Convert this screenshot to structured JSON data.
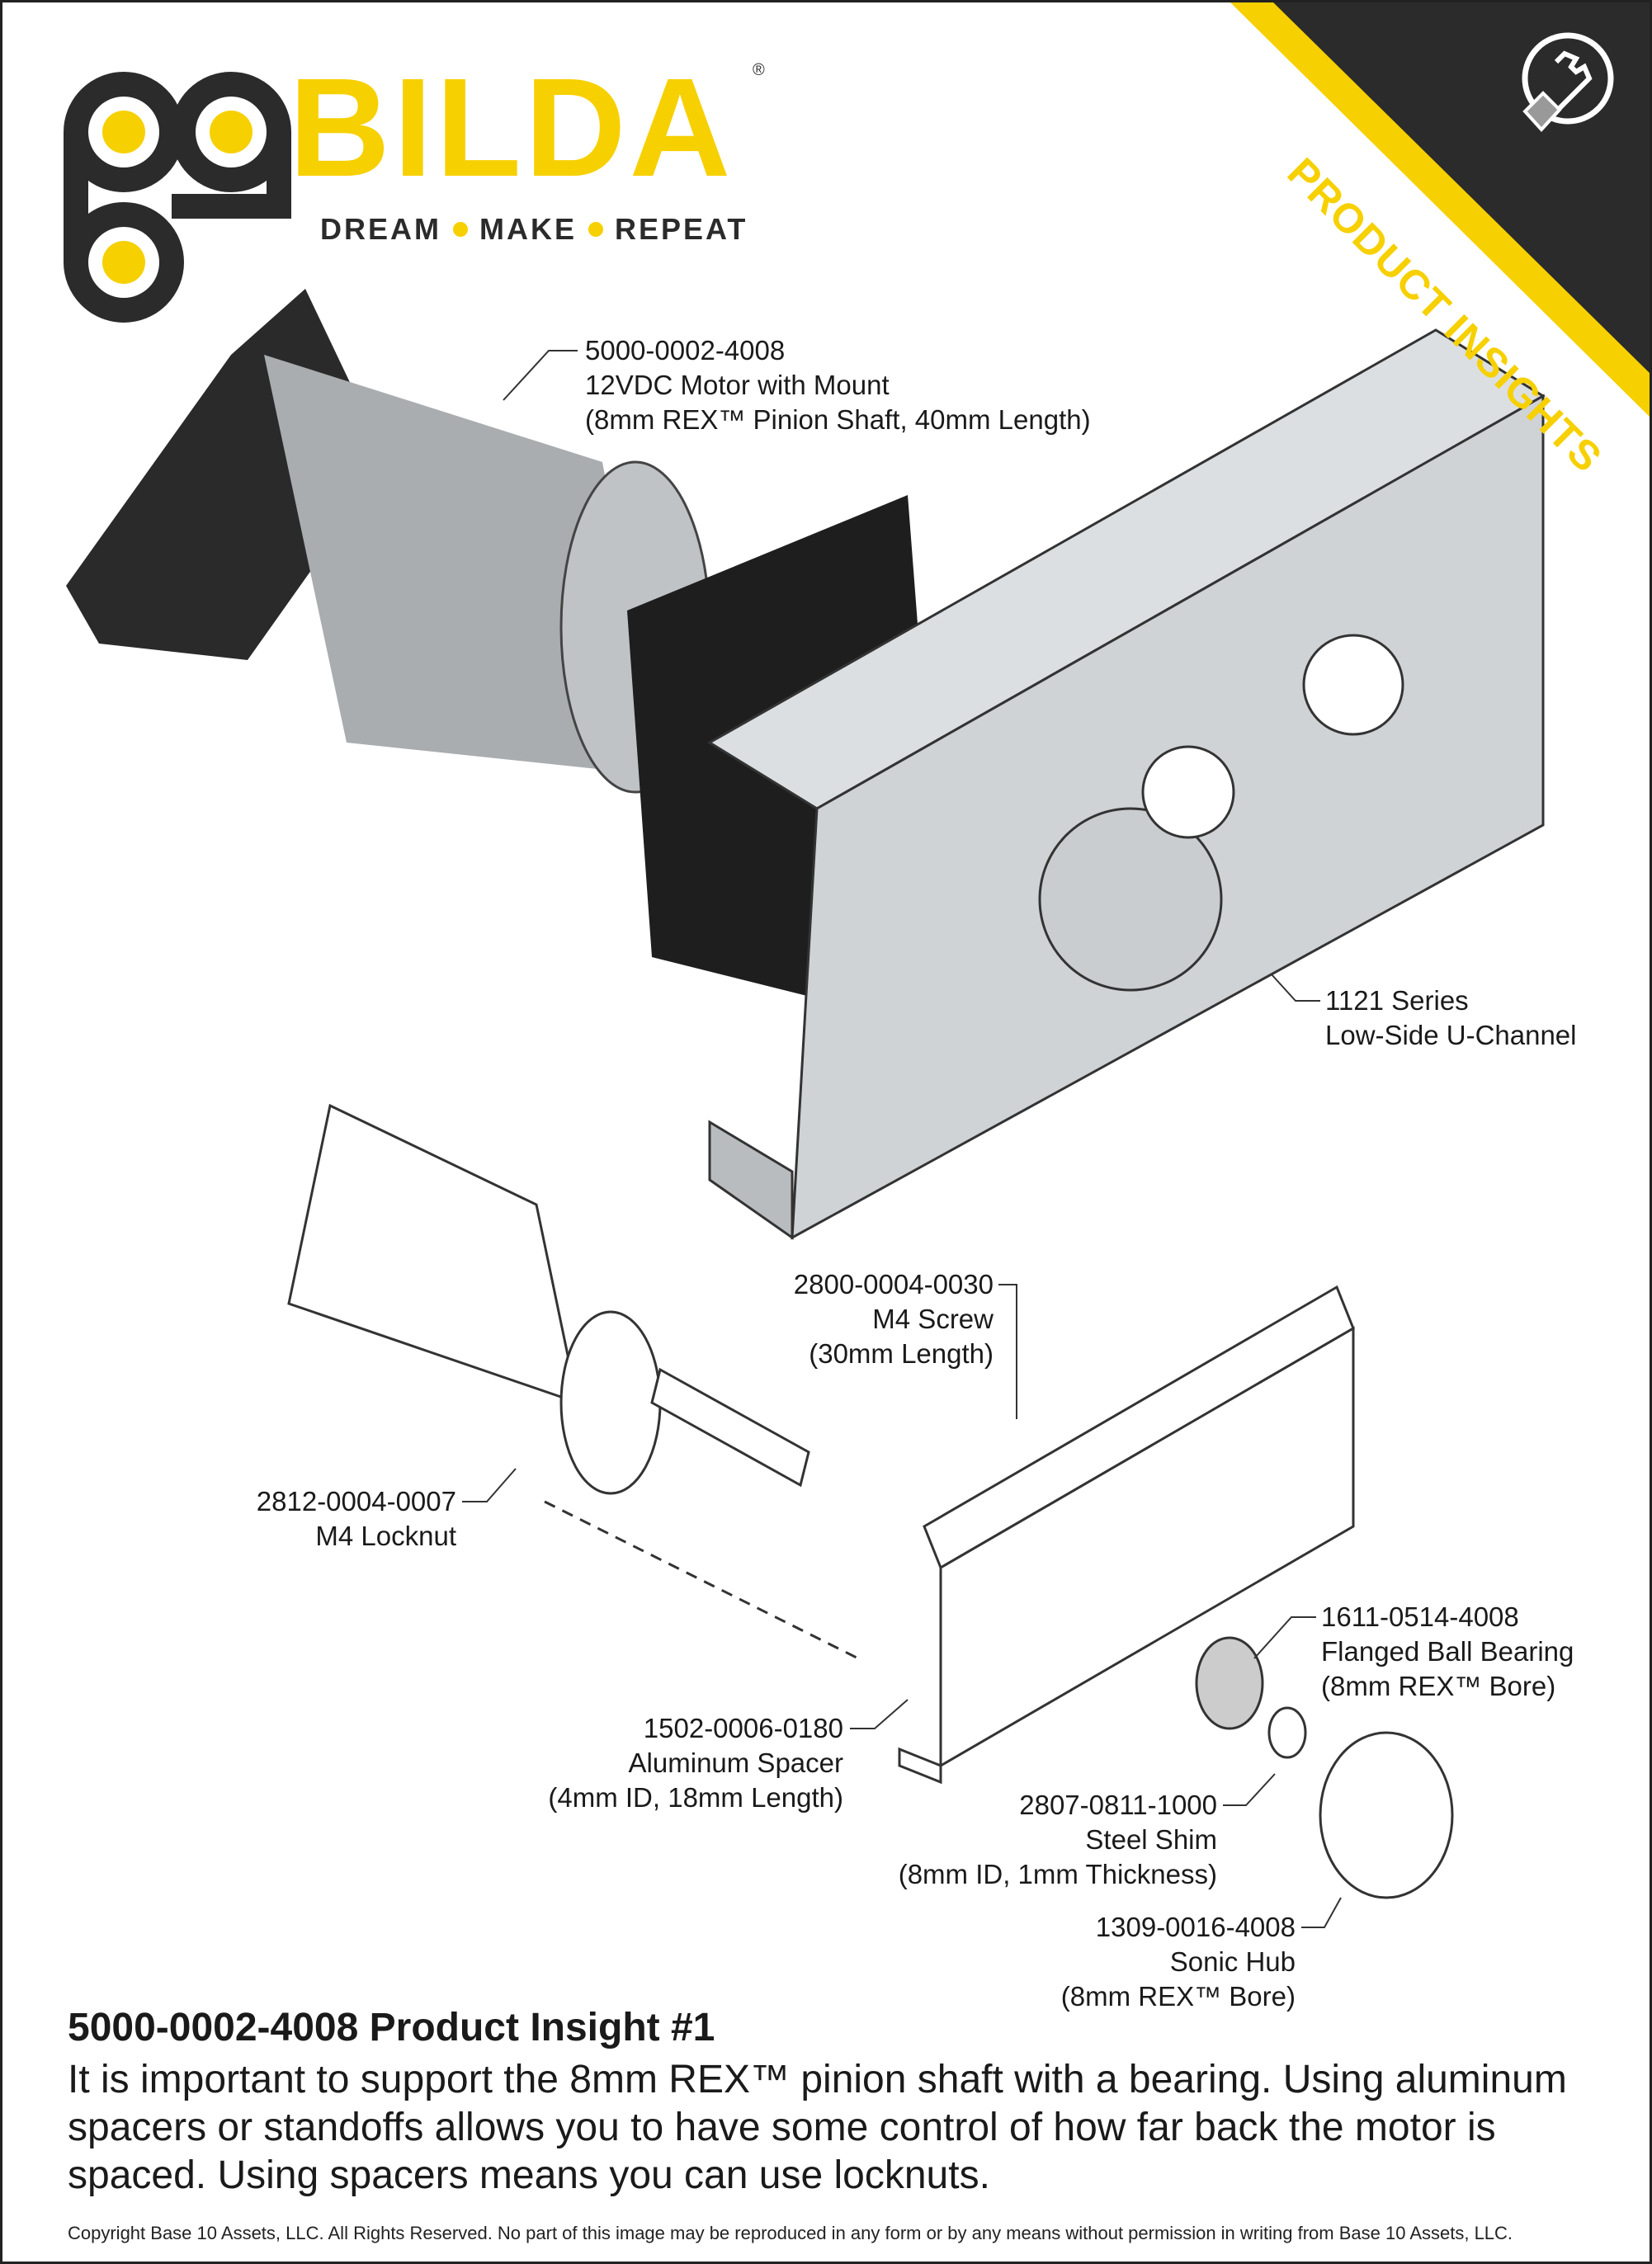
{
  "brand": {
    "name": "BILDA",
    "registered": "®",
    "tagline": [
      "DREAM",
      "MAKE",
      "REPEAT"
    ],
    "colors": {
      "yellow": "#f7d000",
      "dark": "#2b2b2b"
    }
  },
  "banner": {
    "text": "PRODUCT INSIGHTS",
    "icon": "lightbulb-wrench-icon"
  },
  "callouts": {
    "motor": [
      "5000-0002-4008",
      "12VDC Motor with Mount",
      "(8mm REX™ Pinion Shaft, 40mm Length)"
    ],
    "channel": [
      "1121 Series",
      "Low-Side U-Channel"
    ],
    "screw": [
      "2800-0004-0030",
      "M4 Screw",
      "(30mm Length)"
    ],
    "locknut": [
      "2812-0004-0007",
      "M4 Locknut"
    ],
    "bearing": [
      "1611-0514-4008",
      "Flanged Ball Bearing",
      "(8mm REX™ Bore)"
    ],
    "spacer": [
      "1502-0006-0180",
      "Aluminum Spacer",
      "(4mm ID, 18mm Length)"
    ],
    "shim": [
      "2807-0811-1000",
      "Steel Shim",
      "(8mm ID, 1mm Thickness)"
    ],
    "hub": [
      "1309-0016-4008",
      "Sonic Hub",
      "(8mm REX™ Bore)"
    ]
  },
  "insight": {
    "title": "5000-0002-4008 Product Insight #1",
    "body": "It is important to support the 8mm REX™ pinion shaft with a bearing. Using aluminum spacers or standoffs allows you to have some control of how far back the motor is spaced. Using spacers means you can use locknuts."
  },
  "copyright": "Copyright Base 10 Assets, LLC. All Rights Reserved. No part of this image may be reproduced in any form or by any means without permission in writing from Base 10 Assets, LLC."
}
